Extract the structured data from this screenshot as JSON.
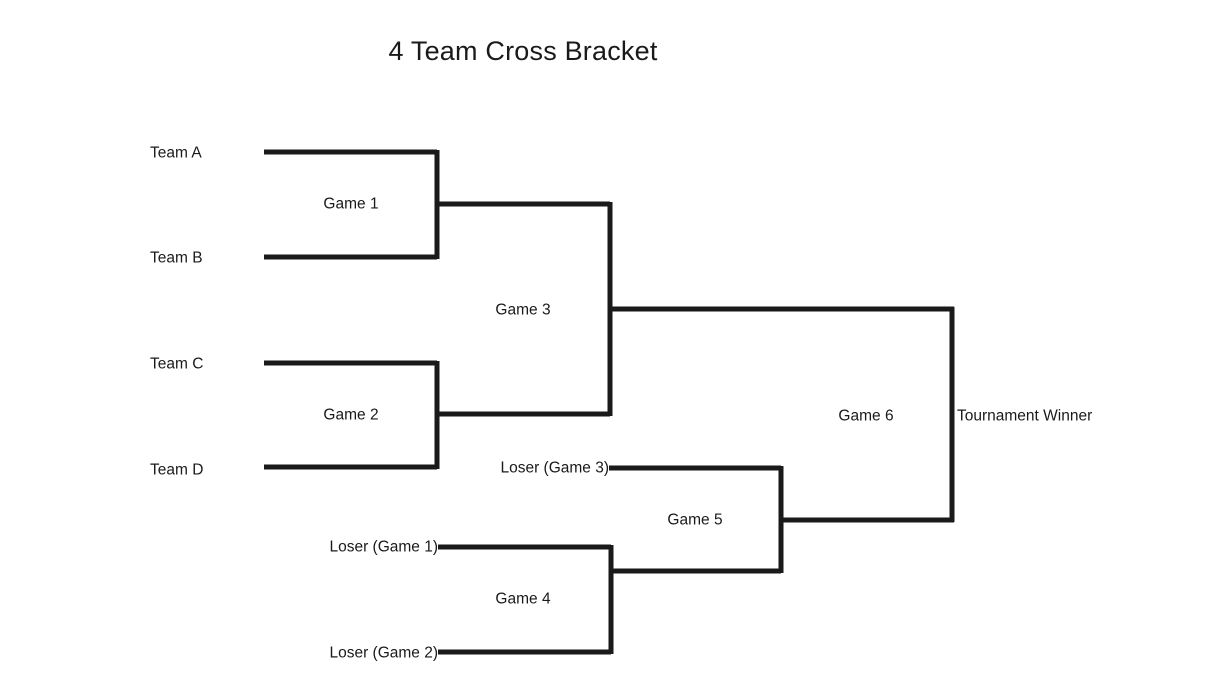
{
  "title": "4 Team Cross Bracket",
  "colors": {
    "line": "#1a1a1a",
    "text": "#1a1a1a",
    "background": "#ffffff"
  },
  "seeds": [
    {
      "label": "Team A"
    },
    {
      "label": "Team B"
    },
    {
      "label": "Team C"
    },
    {
      "label": "Team D"
    }
  ],
  "losers_feeds": [
    {
      "label": "Loser (Game 3)"
    },
    {
      "label": "Loser (Game 1)"
    },
    {
      "label": "Loser (Game 2)"
    }
  ],
  "games": [
    {
      "label": "Game 1"
    },
    {
      "label": "Game 2"
    },
    {
      "label": "Game 3"
    },
    {
      "label": "Game 4"
    },
    {
      "label": "Game 5"
    },
    {
      "label": "Game 6"
    }
  ],
  "winner": {
    "label": "Tournament Winner"
  },
  "chart_data": {
    "type": "diagram",
    "diagram_kind": "double-elimination-tournament-bracket",
    "title": "4 Team Cross Bracket",
    "teams": [
      "Team A",
      "Team B",
      "Team C",
      "Team D"
    ],
    "matches": [
      {
        "id": "Game 1",
        "bracket": "winners",
        "round": 1,
        "participants": [
          "Team A",
          "Team B"
        ],
        "winner_to": "Game 3",
        "loser_to": "Game 4"
      },
      {
        "id": "Game 2",
        "bracket": "winners",
        "round": 1,
        "participants": [
          "Team C",
          "Team D"
        ],
        "winner_to": "Game 3",
        "loser_to": "Game 4"
      },
      {
        "id": "Game 3",
        "bracket": "winners",
        "round": 2,
        "participants": [
          "Winner (Game 1)",
          "Winner (Game 2)"
        ],
        "winner_to": "Game 6",
        "loser_to": "Game 5"
      },
      {
        "id": "Game 4",
        "bracket": "losers",
        "round": 1,
        "participants": [
          "Loser (Game 1)",
          "Loser (Game 2)"
        ],
        "winner_to": "Game 5"
      },
      {
        "id": "Game 5",
        "bracket": "losers",
        "round": 2,
        "participants": [
          "Loser (Game 3)",
          "Winner (Game 4)"
        ],
        "winner_to": "Game 6"
      },
      {
        "id": "Game 6",
        "bracket": "final",
        "round": 3,
        "participants": [
          "Winner (Game 3)",
          "Winner (Game 5)"
        ],
        "winner_to": "Tournament Winner"
      }
    ],
    "output": "Tournament Winner"
  }
}
